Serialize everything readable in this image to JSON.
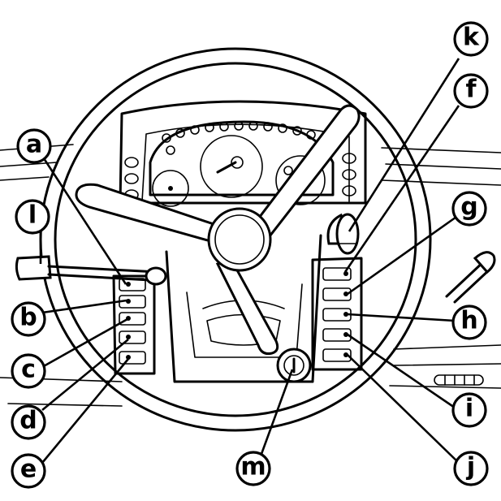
{
  "callouts": {
    "a": "a",
    "b": "b",
    "c": "c",
    "d": "d",
    "e": "e",
    "f": "f",
    "g": "g",
    "h": "h",
    "i": "i",
    "j": "j",
    "k": "k",
    "l": "l",
    "m": "m"
  },
  "colors": {
    "ink": "#000000",
    "paper": "#ffffff"
  }
}
